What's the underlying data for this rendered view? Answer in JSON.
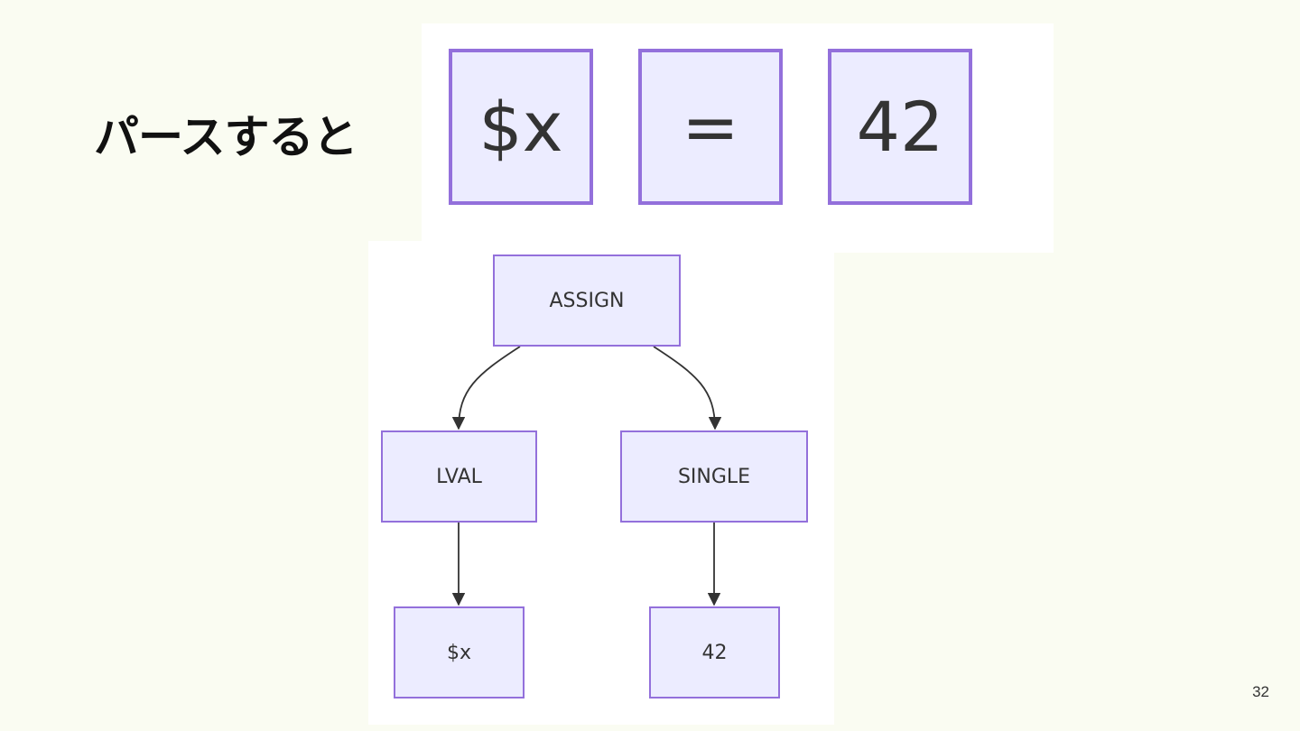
{
  "slide": {
    "title": "パースすると",
    "page_number": "32"
  },
  "tokens": [
    "$x",
    "=",
    "42"
  ],
  "tree": {
    "nodes": {
      "assign": "ASSIGN",
      "lval": "LVAL",
      "single": "SINGLE",
      "x": "$x",
      "value": "42"
    },
    "edges": [
      [
        "ASSIGN",
        "LVAL"
      ],
      [
        "ASSIGN",
        "SINGLE"
      ],
      [
        "LVAL",
        "$x"
      ],
      [
        "SINGLE",
        "42"
      ]
    ]
  },
  "colors": {
    "node_fill": "#ececff",
    "node_border": "#9370db",
    "edge": "#333333",
    "background": "#fafcf2"
  }
}
